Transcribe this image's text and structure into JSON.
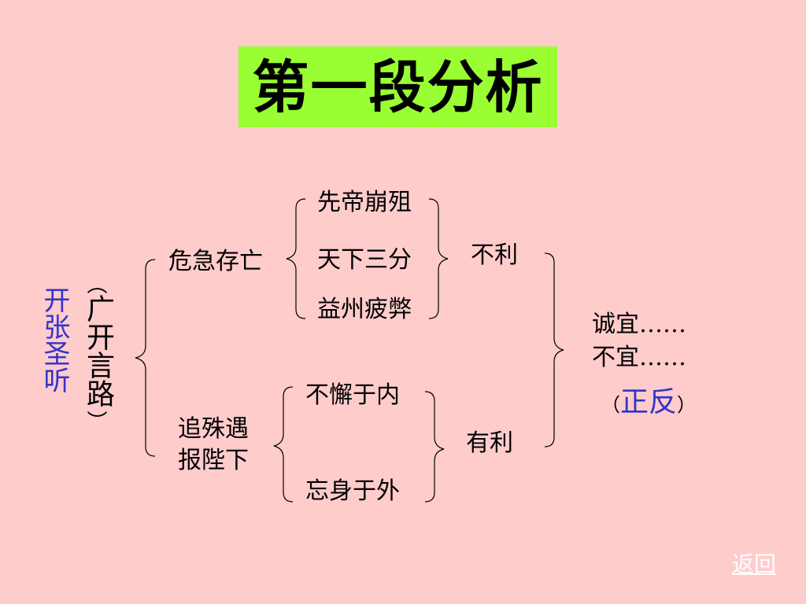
{
  "title": "第一段分析",
  "left": {
    "paren_open": "（",
    "main": "广开言路",
    "paren_close": "）",
    "side": "开张圣听"
  },
  "branch_top": {
    "label": "危急存亡",
    "items": [
      "先帝崩殂",
      "天下三分",
      "益州疲弊"
    ],
    "result": "不利"
  },
  "branch_bottom": {
    "label_line1": "追殊遇",
    "label_line2": "报陛下",
    "items": [
      "不懈于内",
      "忘身于外"
    ],
    "result": "有利"
  },
  "conclusion": {
    "line1": "诚宜……",
    "line2": "不宜……",
    "paren_open": "（",
    "zhengfan": "正反",
    "paren_close": "）"
  },
  "nav": {
    "back_label": "返回"
  },
  "colors": {
    "background": "#ffcccc",
    "title_bg": "#99ff33",
    "accent_blue": "#3333cc"
  }
}
